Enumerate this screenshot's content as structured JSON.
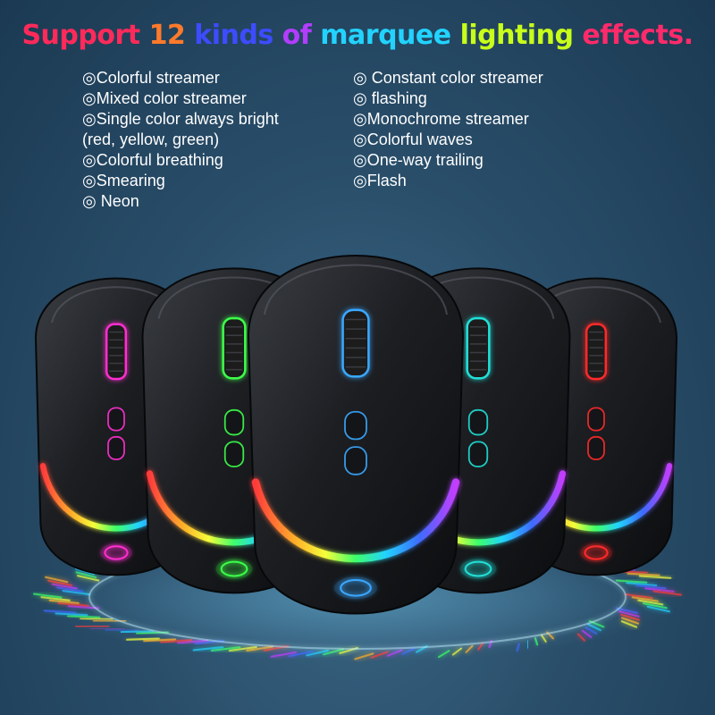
{
  "title": {
    "words": [
      {
        "text": "Support",
        "color": "#ff2a5a"
      },
      {
        "text": "12",
        "color": "#ff7a2a"
      },
      {
        "text": "kinds",
        "color": "#3d4cff"
      },
      {
        "text": "of",
        "color": "#b23dff"
      },
      {
        "text": "marquee",
        "color": "#22d3ff"
      },
      {
        "text": "lighting",
        "color": "#c8ff1a"
      },
      {
        "text": "effects.",
        "color": "#ff2a6a"
      }
    ]
  },
  "features_left": [
    "◎Colorful streamer",
    "◎Mixed color streamer",
    "◎Single color always bright",
    "(red, yellow, green)",
    "◎Colorful breathing",
    "◎Smearing",
    "◎ Neon"
  ],
  "features_right": [
    "◎ Constant color streamer",
    "◎ flashing",
    "◎Monochrome streamer",
    "◎Colorful waves",
    "◎One-way trailing",
    "◎Flash"
  ],
  "mice": [
    {
      "id": "far-left",
      "accent": "#ff2fd0"
    },
    {
      "id": "left",
      "accent": "#3dff4a"
    },
    {
      "id": "center",
      "accent": "#3aa8ff"
    },
    {
      "id": "right",
      "accent": "#20e0d8"
    },
    {
      "id": "far-right",
      "accent": "#ff2a2a"
    }
  ],
  "ring_colors": [
    "#ff3b3b",
    "#ffb12a",
    "#f4ff3a",
    "#3dff6a",
    "#22d3ff",
    "#3d6bff",
    "#c43dff"
  ]
}
